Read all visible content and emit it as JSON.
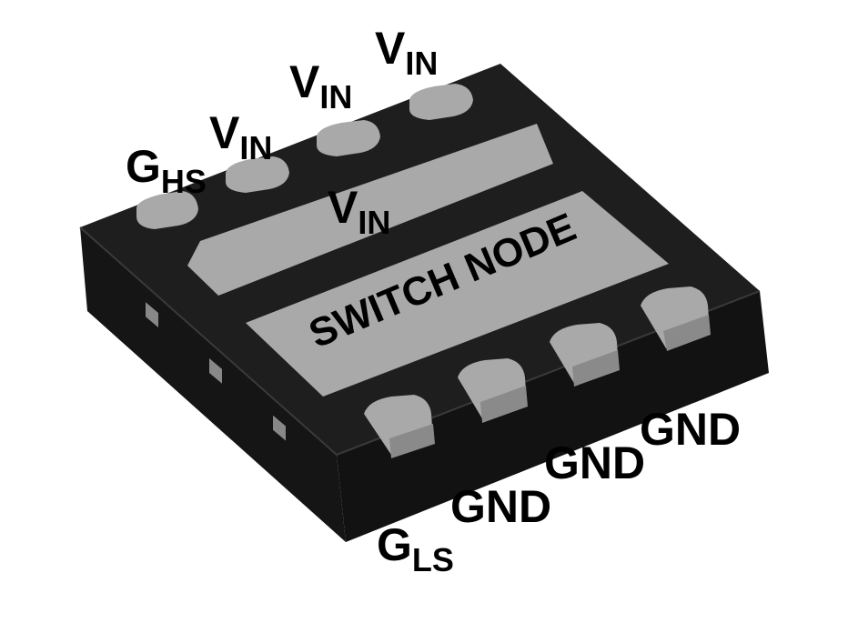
{
  "labels": {
    "ghs": {
      "main": "G",
      "sub": "HS"
    },
    "vin1": {
      "main": "V",
      "sub": "IN"
    },
    "vin2": {
      "main": "V",
      "sub": "IN"
    },
    "vin3": {
      "main": "V",
      "sub": "IN"
    },
    "vin_pad": {
      "main": "V",
      "sub": "IN"
    },
    "switch_node": "SWITCH NODE",
    "gls": {
      "main": "G",
      "sub": "LS"
    },
    "gnd1": "GND",
    "gnd2": "GND",
    "gnd3": "GND"
  },
  "colors": {
    "body_top": "#1c1c1c",
    "body_side": "#111111",
    "pad": "#a8a8a8",
    "pad_side": "#8a8a8a"
  }
}
